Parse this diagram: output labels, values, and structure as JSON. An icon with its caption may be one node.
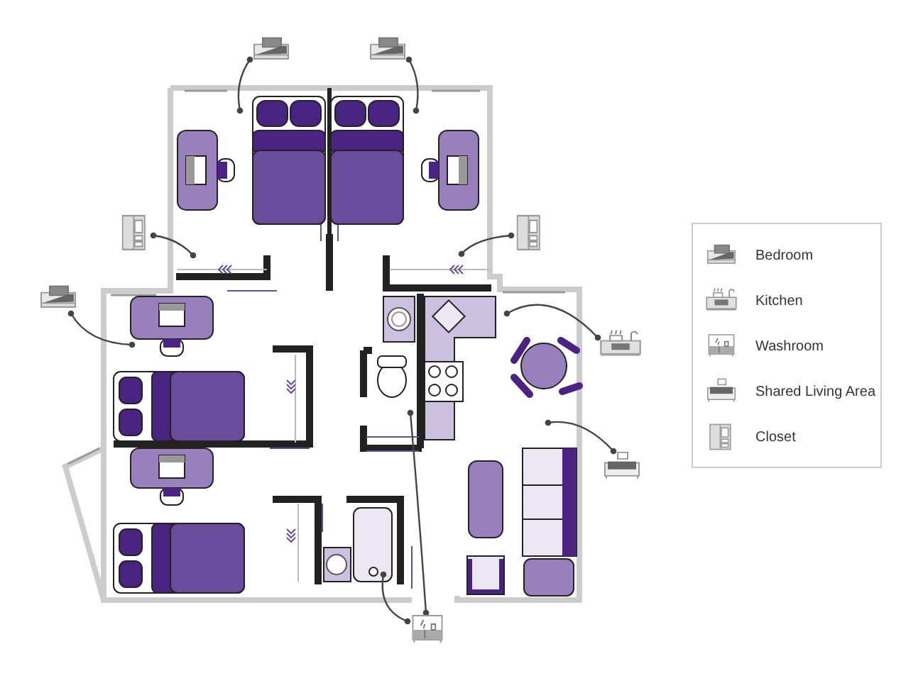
{
  "diagram": {
    "nodes": [
      {
        "text": [],
        "shape": "picture"
      },
      {
        "text": [],
        "shape": "picture"
      },
      {
        "text": [],
        "shape": "picture"
      },
      {
        "text": [],
        "shape": "picture"
      },
      {
        "text": [],
        "shape": "picture"
      },
      {
        "text": [],
        "shape": "picture"
      },
      {
        "text": [],
        "shape": "picture"
      },
      {
        "text": [],
        "shape": "picture"
      }
    ],
    "edges": [
      {
        "from": 0,
        "to": null,
        "arrow": "other"
      },
      {
        "from": 1,
        "to": null,
        "arrow": "other"
      },
      {
        "from": 2,
        "to": null,
        "arrow": "other"
      },
      {
        "from": 3,
        "to": null,
        "arrow": "other"
      },
      {
        "from": 4,
        "to": null,
        "arrow": "other"
      },
      {
        "from": 5,
        "to": null,
        "arrow": "other"
      },
      {
        "from": 6,
        "to": null,
        "arrow": "other"
      },
      {
        "from": 7,
        "to": null,
        "arrow": "other"
      },
      {
        "from": 7,
        "to": null,
        "arrow": "other"
      }
    ],
    "legend": [
      {
        "text": "Bedroom"
      },
      {
        "text": "Kitchen"
      },
      {
        "text": "Washroom"
      },
      {
        "text": "Shared Living Area"
      },
      {
        "text": "Closet"
      }
    ]
  }
}
